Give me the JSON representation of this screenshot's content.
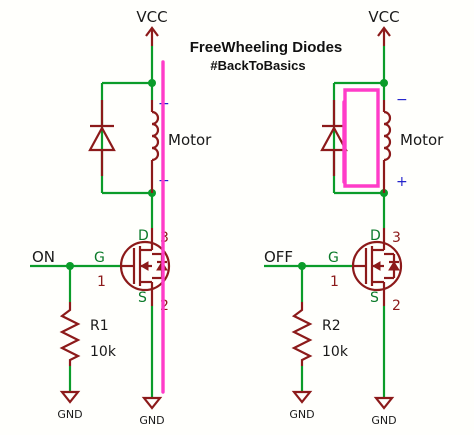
{
  "title": "FreeWheeling Diodes",
  "subtitle": "#BackToBasics",
  "colors": {
    "wire": "#0b9c2a",
    "component": "#8c1a1a",
    "current_path": "#ff3cc8",
    "polarity": "#2222cc"
  },
  "left": {
    "supply": "VCC",
    "ground_top": "GND",
    "ground_bottom": "GND",
    "motor": "Motor",
    "plus": "+",
    "minus": "−",
    "input": "ON",
    "gate": "G",
    "drain": "D",
    "source": "S",
    "pin1": "1",
    "pin2": "2",
    "pin3": "3",
    "resistor_ref": "R1",
    "resistor_value": "10k"
  },
  "right": {
    "supply": "VCC",
    "ground_top": "GND",
    "ground_bottom": "GND",
    "motor": "Motor",
    "plus": "+",
    "minus": "−",
    "input": "OFF",
    "gate": "G",
    "drain": "D",
    "source": "S",
    "pin1": "1",
    "pin2": "2",
    "pin3": "3",
    "resistor_ref": "R2",
    "resistor_value": "10k"
  }
}
